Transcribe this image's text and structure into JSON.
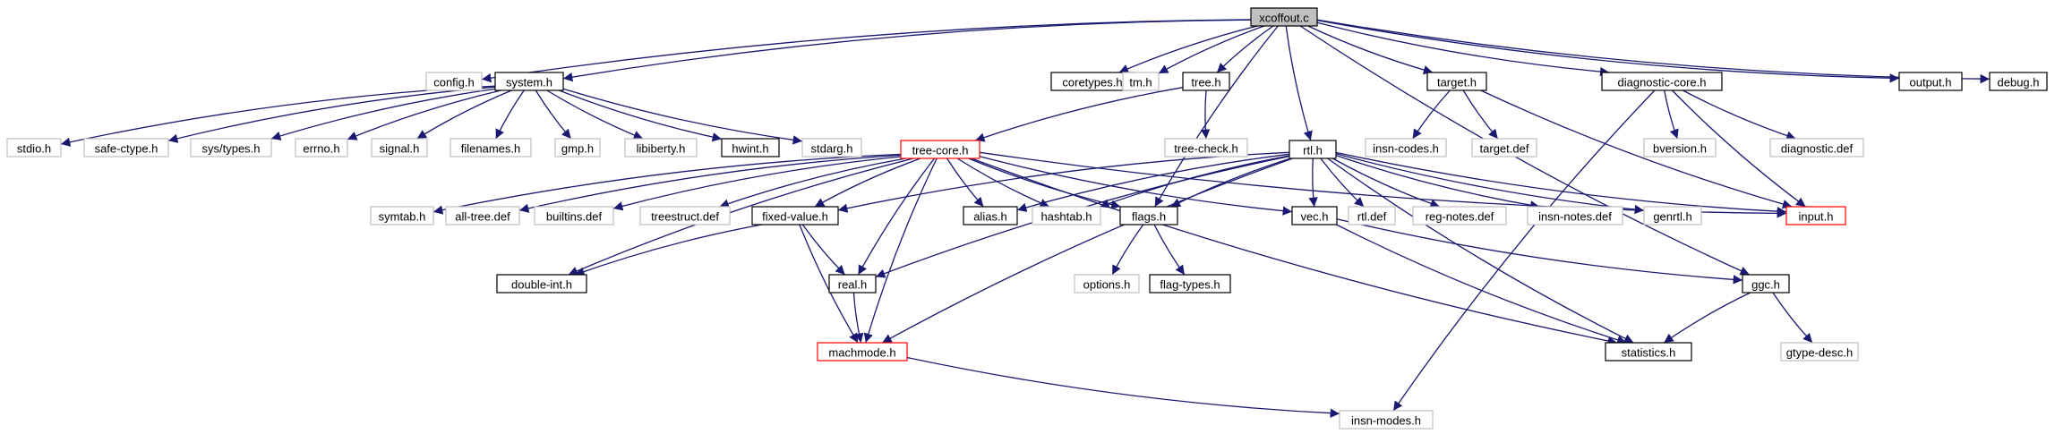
{
  "graph": {
    "colors": {
      "edge": "#191970",
      "root_fill": "#bfbfbf",
      "solid_border": "#000000",
      "muted_border": "#bfbfbf",
      "muted_text": "#666666",
      "truncated_border": "#ff0000"
    },
    "nodes": [
      {
        "id": "xcoffout",
        "label": "xcoffout.c",
        "style": "root"
      },
      {
        "id": "config",
        "label": "config.h",
        "style": "muted"
      },
      {
        "id": "system",
        "label": "system.h",
        "style": "solid"
      },
      {
        "id": "coretypes",
        "label": "coretypes.h",
        "style": "solid"
      },
      {
        "id": "tm",
        "label": "tm.h",
        "style": "muted"
      },
      {
        "id": "tree",
        "label": "tree.h",
        "style": "solid"
      },
      {
        "id": "target",
        "label": "target.h",
        "style": "solid"
      },
      {
        "id": "diagcore",
        "label": "diagnostic-core.h",
        "style": "solid"
      },
      {
        "id": "output",
        "label": "output.h",
        "style": "solid"
      },
      {
        "id": "debug",
        "label": "debug.h",
        "style": "solid"
      },
      {
        "id": "stdio",
        "label": "stdio.h",
        "style": "muted"
      },
      {
        "id": "safectype",
        "label": "safe-ctype.h",
        "style": "muted"
      },
      {
        "id": "systypes",
        "label": "sys/types.h",
        "style": "muted"
      },
      {
        "id": "errno",
        "label": "errno.h",
        "style": "muted"
      },
      {
        "id": "signal",
        "label": "signal.h",
        "style": "muted"
      },
      {
        "id": "filenames",
        "label": "filenames.h",
        "style": "muted"
      },
      {
        "id": "gmp",
        "label": "gmp.h",
        "style": "muted"
      },
      {
        "id": "libiberty",
        "label": "libiberty.h",
        "style": "muted"
      },
      {
        "id": "hwint",
        "label": "hwint.h",
        "style": "solid"
      },
      {
        "id": "stdarg",
        "label": "stdarg.h",
        "style": "muted"
      },
      {
        "id": "treecheck",
        "label": "tree-check.h",
        "style": "muted"
      },
      {
        "id": "insncodes",
        "label": "insn-codes.h",
        "style": "muted"
      },
      {
        "id": "targetdef",
        "label": "target.def",
        "style": "muted"
      },
      {
        "id": "bversion",
        "label": "bversion.h",
        "style": "muted"
      },
      {
        "id": "diagdef",
        "label": "diagnostic.def",
        "style": "muted"
      },
      {
        "id": "treecore",
        "label": "tree-core.h",
        "style": "truncated"
      },
      {
        "id": "rtl",
        "label": "rtl.h",
        "style": "solid"
      },
      {
        "id": "symtab",
        "label": "symtab.h",
        "style": "muted"
      },
      {
        "id": "alltree",
        "label": "all-tree.def",
        "style": "muted"
      },
      {
        "id": "builtins",
        "label": "builtins.def",
        "style": "muted"
      },
      {
        "id": "treestruct",
        "label": "treestruct.def",
        "style": "muted"
      },
      {
        "id": "fixedvalue",
        "label": "fixed-value.h",
        "style": "solid"
      },
      {
        "id": "alias",
        "label": "alias.h",
        "style": "solid"
      },
      {
        "id": "hashtab",
        "label": "hashtab.h",
        "style": "muted"
      },
      {
        "id": "flags",
        "label": "flags.h",
        "style": "solid"
      },
      {
        "id": "vec",
        "label": "vec.h",
        "style": "solid"
      },
      {
        "id": "rtldef",
        "label": "rtl.def",
        "style": "muted"
      },
      {
        "id": "regnotes",
        "label": "reg-notes.def",
        "style": "muted"
      },
      {
        "id": "insnnotes",
        "label": "insn-notes.def",
        "style": "muted"
      },
      {
        "id": "genrtl",
        "label": "genrtl.h",
        "style": "muted"
      },
      {
        "id": "input",
        "label": "input.h",
        "style": "truncated"
      },
      {
        "id": "doubleint",
        "label": "double-int.h",
        "style": "solid"
      },
      {
        "id": "real",
        "label": "real.h",
        "style": "solid"
      },
      {
        "id": "options",
        "label": "options.h",
        "style": "muted"
      },
      {
        "id": "flagtypes",
        "label": "flag-types.h",
        "style": "solid"
      },
      {
        "id": "ggc",
        "label": "ggc.h",
        "style": "solid"
      },
      {
        "id": "machmode",
        "label": "machmode.h",
        "style": "truncated"
      },
      {
        "id": "statistics",
        "label": "statistics.h",
        "style": "solid"
      },
      {
        "id": "gtypedesc",
        "label": "gtype-desc.h",
        "style": "muted"
      },
      {
        "id": "insnmodes",
        "label": "insn-modes.h",
        "style": "muted"
      }
    ],
    "edges": [
      [
        "xcoffout",
        "config"
      ],
      [
        "xcoffout",
        "system"
      ],
      [
        "xcoffout",
        "coretypes"
      ],
      [
        "xcoffout",
        "tm"
      ],
      [
        "xcoffout",
        "tree"
      ],
      [
        "xcoffout",
        "flags"
      ],
      [
        "xcoffout",
        "rtl"
      ],
      [
        "xcoffout",
        "target"
      ],
      [
        "xcoffout",
        "diagcore"
      ],
      [
        "xcoffout",
        "ggc"
      ],
      [
        "xcoffout",
        "output"
      ],
      [
        "xcoffout",
        "debug"
      ],
      [
        "system",
        "stdio"
      ],
      [
        "system",
        "safectype"
      ],
      [
        "system",
        "systypes"
      ],
      [
        "system",
        "errno"
      ],
      [
        "system",
        "signal"
      ],
      [
        "system",
        "filenames"
      ],
      [
        "system",
        "gmp"
      ],
      [
        "system",
        "libiberty"
      ],
      [
        "system",
        "hwint"
      ],
      [
        "system",
        "stdarg"
      ],
      [
        "tree",
        "treecore"
      ],
      [
        "tree",
        "treecheck"
      ],
      [
        "target",
        "insncodes"
      ],
      [
        "target",
        "targetdef"
      ],
      [
        "target",
        "input"
      ],
      [
        "diagcore",
        "input"
      ],
      [
        "diagcore",
        "bversion"
      ],
      [
        "diagcore",
        "diagdef"
      ],
      [
        "diagcore",
        "insnmodes"
      ],
      [
        "treecore",
        "hashtab"
      ],
      [
        "treecore",
        "machmode"
      ],
      [
        "treecore",
        "input"
      ],
      [
        "treecore",
        "statistics"
      ],
      [
        "treecore",
        "vec"
      ],
      [
        "treecore",
        "doubleint"
      ],
      [
        "treecore",
        "real"
      ],
      [
        "treecore",
        "fixedvalue"
      ],
      [
        "treecore",
        "alias"
      ],
      [
        "treecore",
        "flags"
      ],
      [
        "treecore",
        "symtab"
      ],
      [
        "treecore",
        "alltree"
      ],
      [
        "treecore",
        "builtins"
      ],
      [
        "treecore",
        "treestruct"
      ],
      [
        "rtl",
        "rtldef"
      ],
      [
        "rtl",
        "regnotes"
      ],
      [
        "rtl",
        "insnnotes"
      ],
      [
        "rtl",
        "genrtl"
      ],
      [
        "rtl",
        "input"
      ],
      [
        "rtl",
        "real"
      ],
      [
        "rtl",
        "statistics"
      ],
      [
        "rtl",
        "vec"
      ],
      [
        "rtl",
        "fixedvalue"
      ],
      [
        "rtl",
        "alias"
      ],
      [
        "rtl",
        "hashtab"
      ],
      [
        "rtl",
        "flags"
      ],
      [
        "rtl",
        "machmode"
      ],
      [
        "fixedvalue",
        "machmode"
      ],
      [
        "fixedvalue",
        "doubleint"
      ],
      [
        "fixedvalue",
        "real"
      ],
      [
        "real",
        "machmode"
      ],
      [
        "flags",
        "flagtypes"
      ],
      [
        "flags",
        "options"
      ],
      [
        "vec",
        "statistics"
      ],
      [
        "vec",
        "ggc"
      ],
      [
        "ggc",
        "statistics"
      ],
      [
        "ggc",
        "gtypedesc"
      ],
      [
        "machmode",
        "insnmodes"
      ]
    ]
  }
}
